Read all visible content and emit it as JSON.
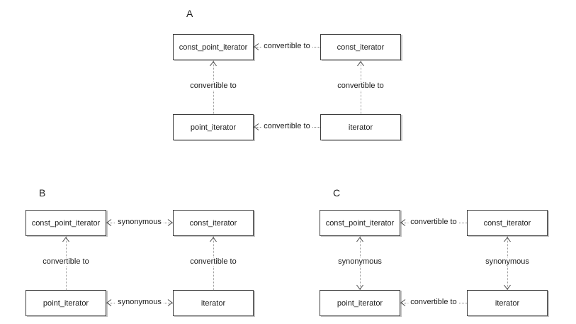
{
  "colors": {
    "background": "#ffffff",
    "node_border": "#3d3d3d",
    "node_shadow": "#9e9e9e",
    "edge_line": "#8a8a8a",
    "text": "#1c1c1c"
  },
  "diagrams": [
    {
      "label": "A",
      "nodes": {
        "top_left": "const_point_iterator",
        "top_right": "const_iterator",
        "bottom_left": "point_iterator",
        "bottom_right": "iterator"
      },
      "edges": {
        "top": {
          "label": "convertible to",
          "direction": "left",
          "style": "dotted"
        },
        "bottom": {
          "label": "convertible to",
          "direction": "left",
          "style": "dotted"
        },
        "left": {
          "label": "convertible to",
          "direction": "up",
          "style": "dotted"
        },
        "right": {
          "label": "convertible to",
          "direction": "up",
          "style": "dotted"
        }
      }
    },
    {
      "label": "B",
      "nodes": {
        "top_left": "const_point_iterator",
        "top_right": "const_iterator",
        "bottom_left": "point_iterator",
        "bottom_right": "iterator"
      },
      "edges": {
        "top": {
          "label": "synonymous",
          "direction": "both",
          "style": "dotted"
        },
        "bottom": {
          "label": "synonymous",
          "direction": "both",
          "style": "dotted"
        },
        "left": {
          "label": "convertible to",
          "direction": "up",
          "style": "dotted"
        },
        "right": {
          "label": "convertible to",
          "direction": "up",
          "style": "dotted"
        }
      }
    },
    {
      "label": "C",
      "nodes": {
        "top_left": "const_point_iterator",
        "top_right": "const_iterator",
        "bottom_left": "point_iterator",
        "bottom_right": "iterator"
      },
      "edges": {
        "top": {
          "label": "convertible to",
          "direction": "left",
          "style": "dotted"
        },
        "bottom": {
          "label": "convertible to",
          "direction": "left",
          "style": "dotted"
        },
        "left": {
          "label": "synonymous",
          "direction": "both",
          "style": "dotted"
        },
        "right": {
          "label": "synonymous",
          "direction": "both",
          "style": "dotted"
        }
      }
    }
  ]
}
